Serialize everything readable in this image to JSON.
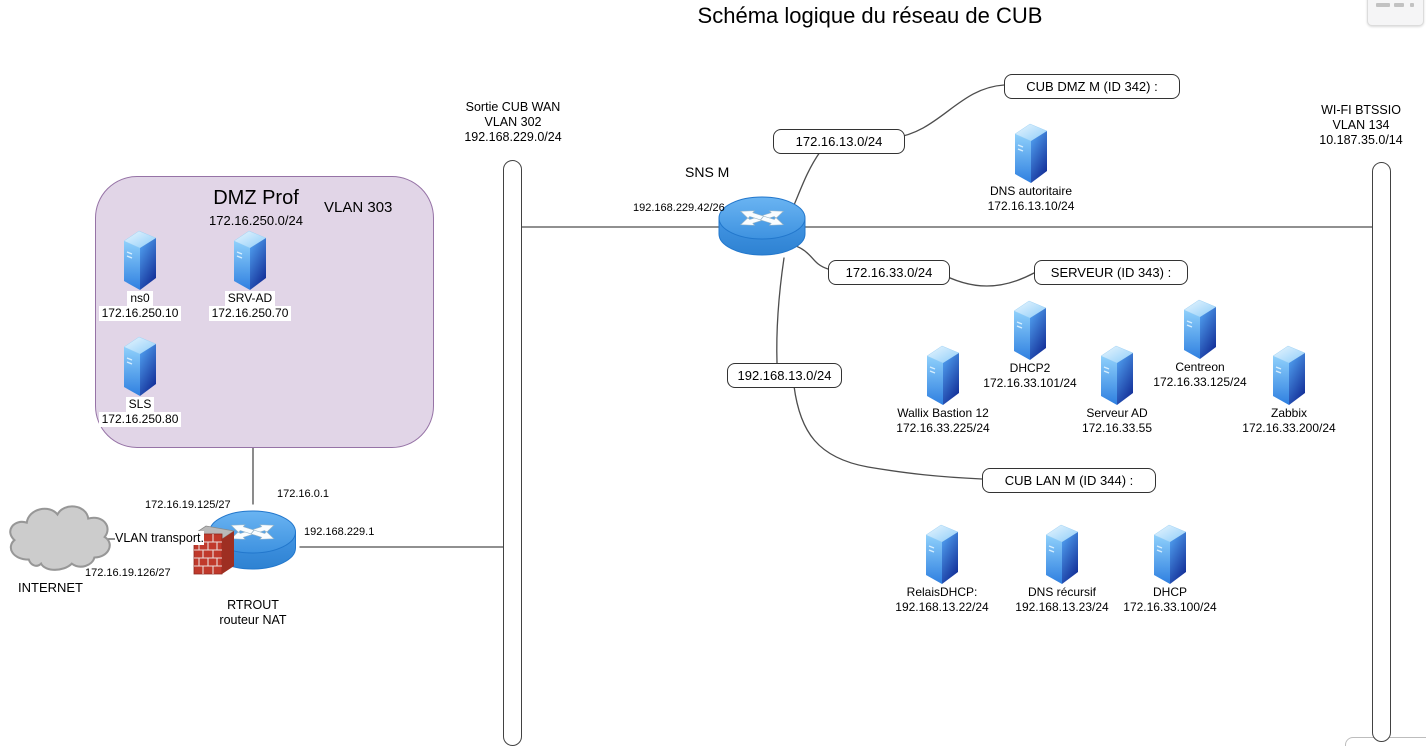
{
  "title": "Schéma logique du réseau de CUB",
  "colors": {
    "dmz_fill": "#E1D5E7",
    "dmz_border": "#9673A6",
    "server_blue_light": "#55a9f7",
    "server_blue_dark": "#15339b",
    "router_blue": "#4aa1ec",
    "cloud_gray": "#cccccc",
    "firewall_red": "#c0392b",
    "line_gray": "#4d4d4d"
  },
  "icons": {
    "server": "blue-tower-server",
    "router": "blue-cylinder-router-arrows",
    "internet": "gray-cloud",
    "firewall": "red-brick-wall"
  },
  "dmz": {
    "title": "DMZ Prof",
    "subnet": "172.16.250.0/24",
    "vlan": "VLAN 303",
    "servers": [
      {
        "name": "ns0",
        "ip": "172.16.250.10"
      },
      {
        "name": "SRV-AD",
        "ip": "172.16.250.70"
      },
      {
        "name": "SLS",
        "ip": "172.16.250.80"
      }
    ]
  },
  "internet": {
    "label": "INTERNET"
  },
  "rtrout": {
    "name": "RTROUT",
    "role": "routeur NAT"
  },
  "edge_labels": {
    "vlan_transport": "VLAN transport.",
    "cloud_side_ip": "172.16.19.126/27",
    "router_wan_ip": "172.16.19.125/27",
    "router_inner_ip": "172.16.0.1",
    "router_lan_ip": "192.168.229.1"
  },
  "wan_bus": {
    "name": "Sortie CUB WAN",
    "vlan": "VLAN 302",
    "subnet": "192.168.229.0/24"
  },
  "wifi_bus": {
    "name": "WI-FI BTSSIO",
    "vlan": "VLAN 134",
    "subnet": "10.187.35.0/14"
  },
  "sns": {
    "name": "SNS M",
    "ip": "192.168.229.42/26"
  },
  "groups": {
    "dmz_m": {
      "subnet": "172.16.13.0/24",
      "label": "CUB DMZ M (ID 342) :",
      "servers": [
        {
          "name": "DNS autoritaire",
          "ip": "172.16.13.10/24"
        }
      ]
    },
    "serveur": {
      "subnet": "172.16.33.0/24",
      "label": "SERVEUR (ID 343) :",
      "servers": [
        {
          "name": "Wallix Bastion 12",
          "ip": "172.16.33.225/24"
        },
        {
          "name": "DHCP2",
          "ip": "172.16.33.101/24"
        },
        {
          "name": "Serveur AD",
          "ip": "172.16.33.55"
        },
        {
          "name": "Centreon",
          "ip": "172.16.33.125/24"
        },
        {
          "name": "Zabbix",
          "ip": "172.16.33.200/24"
        }
      ]
    },
    "lan_m": {
      "subnet": "192.168.13.0/24",
      "label": "CUB LAN M (ID 344) :",
      "servers": [
        {
          "name": "RelaisDHCP:",
          "ip": "192.168.13.22/24"
        },
        {
          "name": "DNS récursif",
          "ip": "192.168.13.23/24"
        },
        {
          "name": "DHCP",
          "ip": "172.16.33.100/24"
        }
      ]
    }
  }
}
